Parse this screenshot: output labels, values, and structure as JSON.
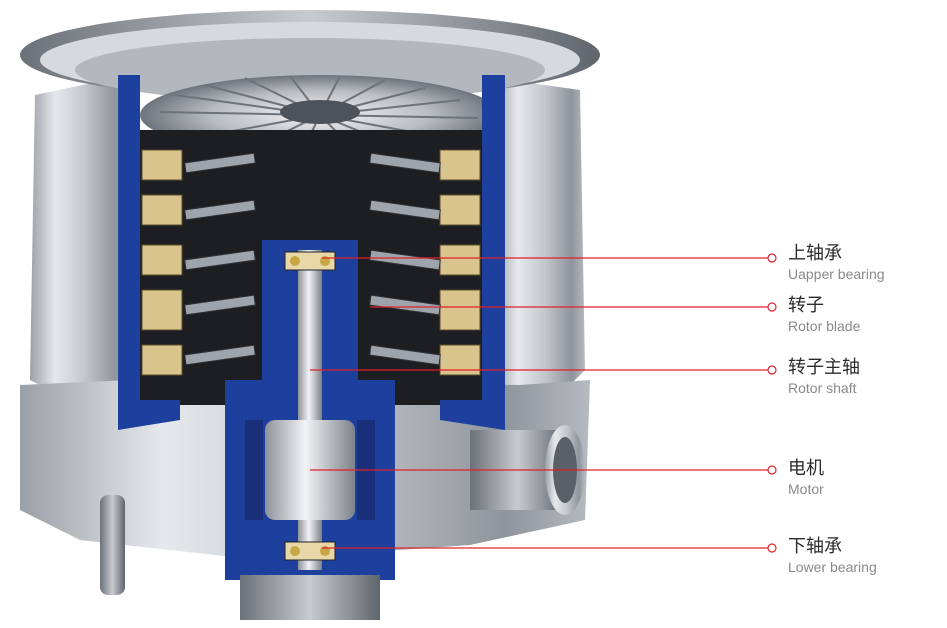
{
  "callouts": [
    {
      "zh": "上轴承",
      "en": "Uapper bearing"
    },
    {
      "zh": "转子",
      "en": "Rotor blade"
    },
    {
      "zh": "转子主轴",
      "en": "Rotor shaft"
    },
    {
      "zh": "电机",
      "en": "Motor"
    },
    {
      "zh": "下轴承",
      "en": "Lower bearing"
    }
  ],
  "colors": {
    "leader_line": "#e0212b",
    "housing_blue": "#1d3f9e",
    "steel": "#c9cdd3",
    "brass": "#d8c48c"
  }
}
